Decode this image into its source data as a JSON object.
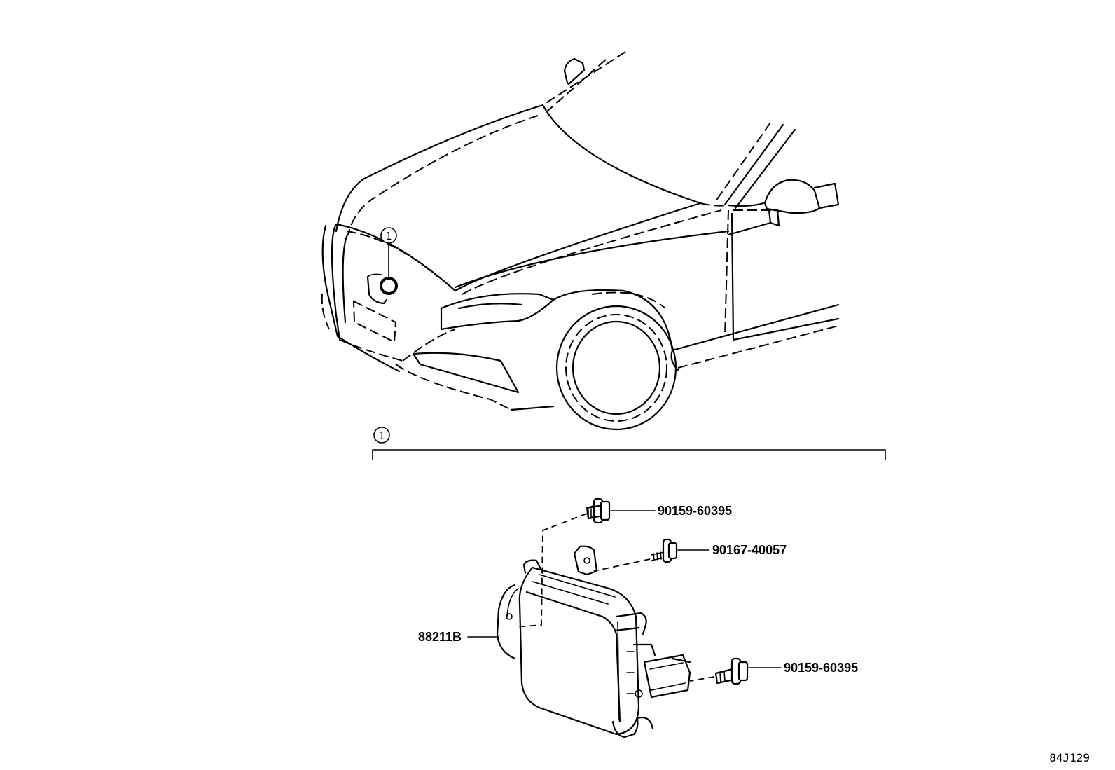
{
  "callouts": {
    "location_marker": "1",
    "group_marker": "1"
  },
  "parts": {
    "sensor_part_number": "88211B",
    "bolt_upper_part_number": "90159-60395",
    "screw_part_number": "90167-40057",
    "bolt_lower_part_number": "90159-60395"
  },
  "illustration_code": "84J129"
}
